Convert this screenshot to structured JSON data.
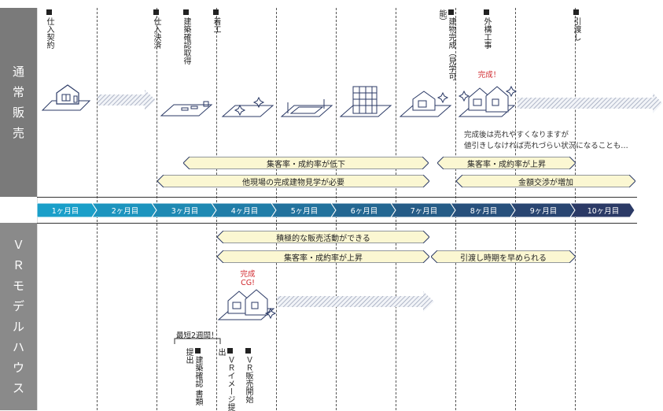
{
  "side_labels": {
    "normal": [
      "通",
      "常",
      "販",
      "売"
    ],
    "vr": [
      "Ｖ",
      "Ｒ",
      "モ",
      "デ",
      "ル",
      "ハ",
      "ウ",
      "ス"
    ]
  },
  "top_milestones": [
    "仕入契約",
    "仕入決済",
    "建築確認取得",
    "着工",
    "建物完成（見学可能）",
    "外構工事",
    "引渡し"
  ],
  "months": [
    "1ヶ月目",
    "2ヶ月目",
    "3ヶ月目",
    "4ヶ月目",
    "5ヶ月目",
    "6ヶ月目",
    "7ヶ月目",
    "8ヶ月目",
    "9ヶ月目",
    "10ヶ月目"
  ],
  "normal_banners": {
    "b1": "集客率・成約率が低下",
    "b2": "集客率・成約率が上昇",
    "b3": "他現場の完成建物見学が必要",
    "b4": "金額交渉が増加"
  },
  "normal_note": [
    "完成後は売れやすくなりますが",
    "値引きしなければ売れづらい状況になることも…"
  ],
  "kansei_label": "完成！",
  "vr_banners": {
    "b1": "積極的な販売活動ができる",
    "b2": "集客率・成約率が上昇",
    "b3": "引渡し時期を早められる"
  },
  "vr_kansei": [
    "完成",
    "CG!"
  ],
  "vr_min": "最短2週間！",
  "vr_milestones": [
    "建築確認 書類提出",
    "ＶＲイメージ提出",
    "ＶＲ販売開始"
  ],
  "colors": {
    "timeline_start": "#1a9fc9",
    "timeline_end": "#2b3a66",
    "banner_fill": "#fbf7d2",
    "band": "#7a7a7a"
  }
}
